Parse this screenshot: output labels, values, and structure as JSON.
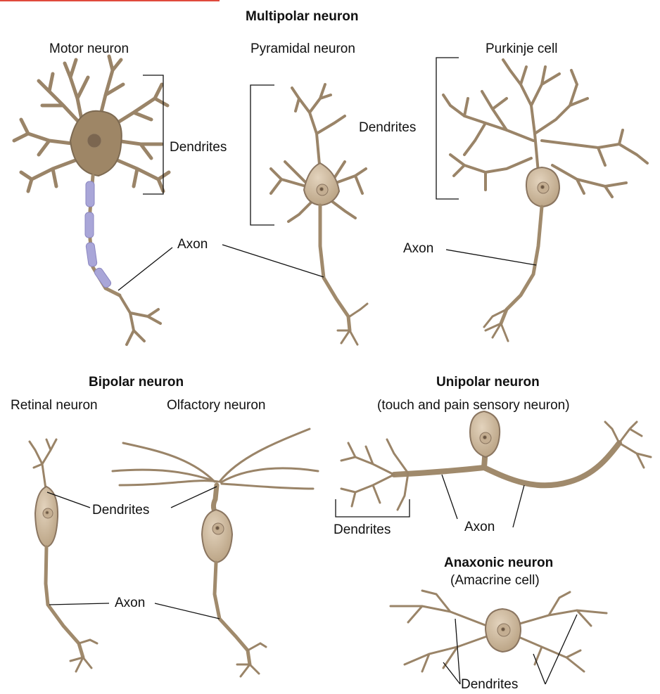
{
  "headings": {
    "multipolar": "Multipolar neuron",
    "bipolar": "Bipolar neuron",
    "unipolar": "Unipolar neuron",
    "unipolar_sub": "(touch and pain sensory neuron)",
    "anaxonic": "Anaxonic neuron",
    "anaxonic_sub": "(Amacrine cell)"
  },
  "cell_names": {
    "motor": "Motor neuron",
    "pyramidal": "Pyramidal neuron",
    "purkinje": "Purkinje cell",
    "retinal": "Retinal neuron",
    "olfactory": "Olfactory neuron"
  },
  "labels": {
    "dendrites": "Dendrites",
    "axon": "Axon"
  },
  "colors": {
    "cell_body": "#cdb89d",
    "cell_stroke": "#8a7560",
    "nucleus": "#b8a184",
    "myelin": "#a9a6d8",
    "accent_rule": "#e04a3c"
  }
}
